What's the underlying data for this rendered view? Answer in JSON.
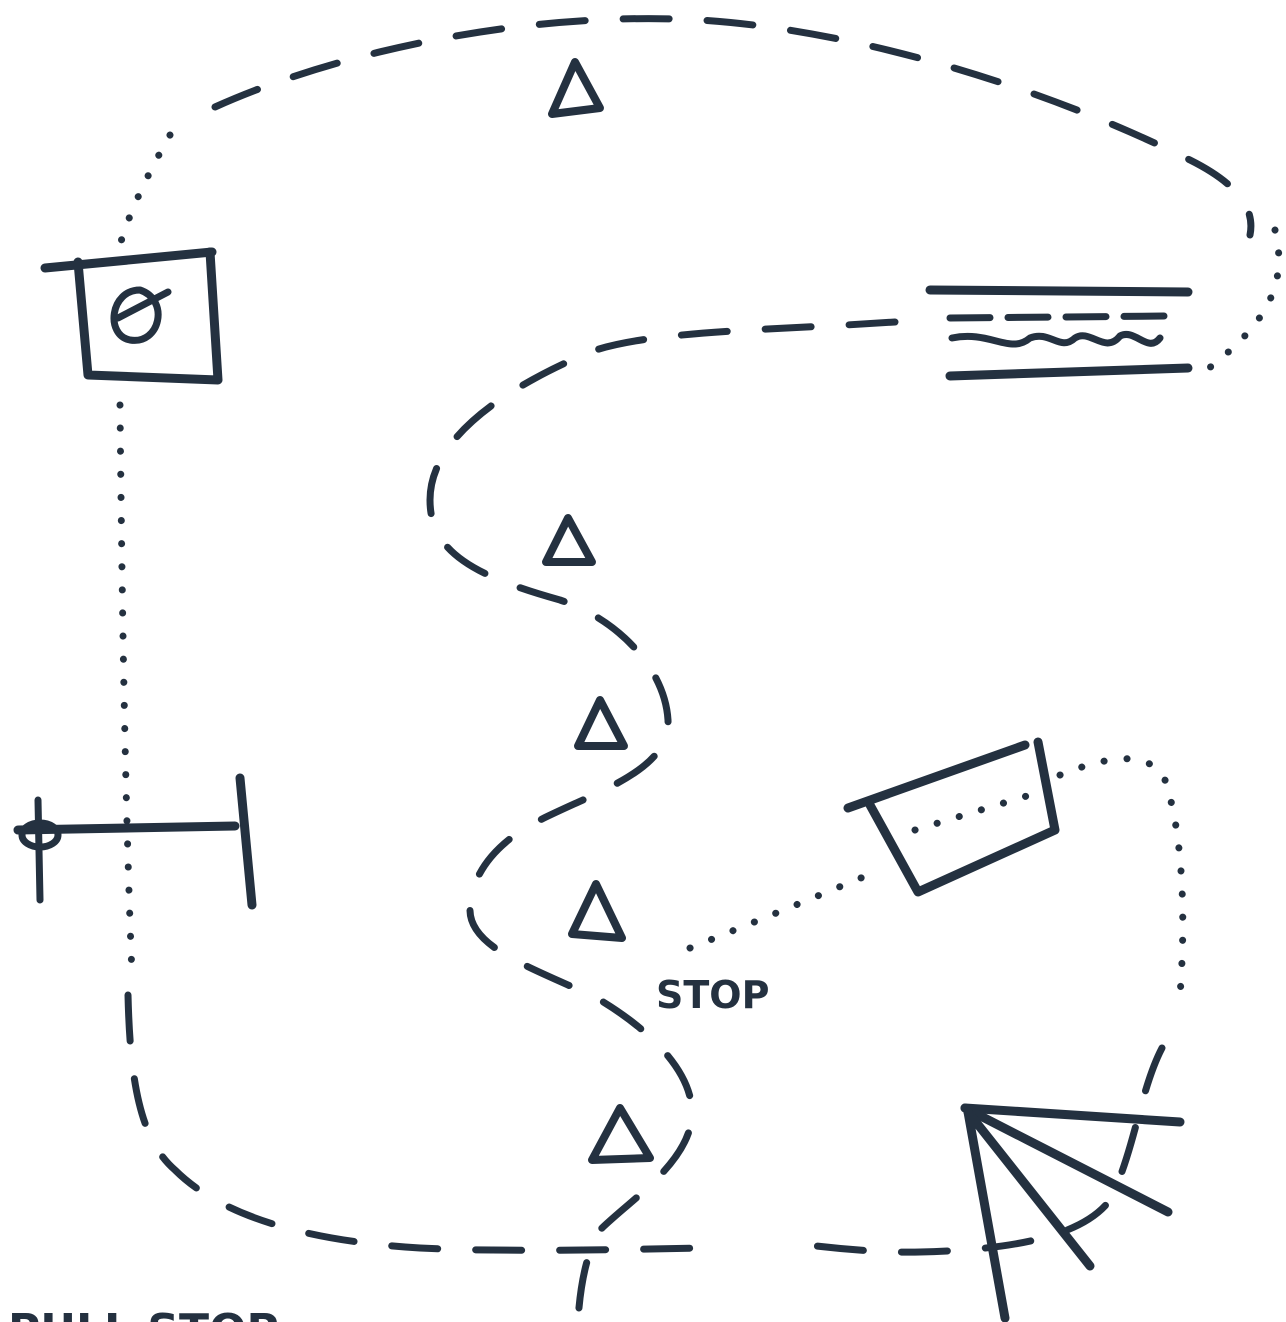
{
  "labels": {
    "stop": "STOP",
    "bottom_partial": "PULL STOP"
  },
  "cones": [
    "cone",
    "cone",
    "cone",
    "cone",
    "cone"
  ],
  "icons": {
    "station_box": "station-box-icon",
    "jump": "jump-icon",
    "hurdle": "hurdle-icon",
    "crate": "crate-icon",
    "fan": "fan-icon"
  },
  "colors": {
    "ink": "#243140",
    "paper": "#ffffff"
  }
}
